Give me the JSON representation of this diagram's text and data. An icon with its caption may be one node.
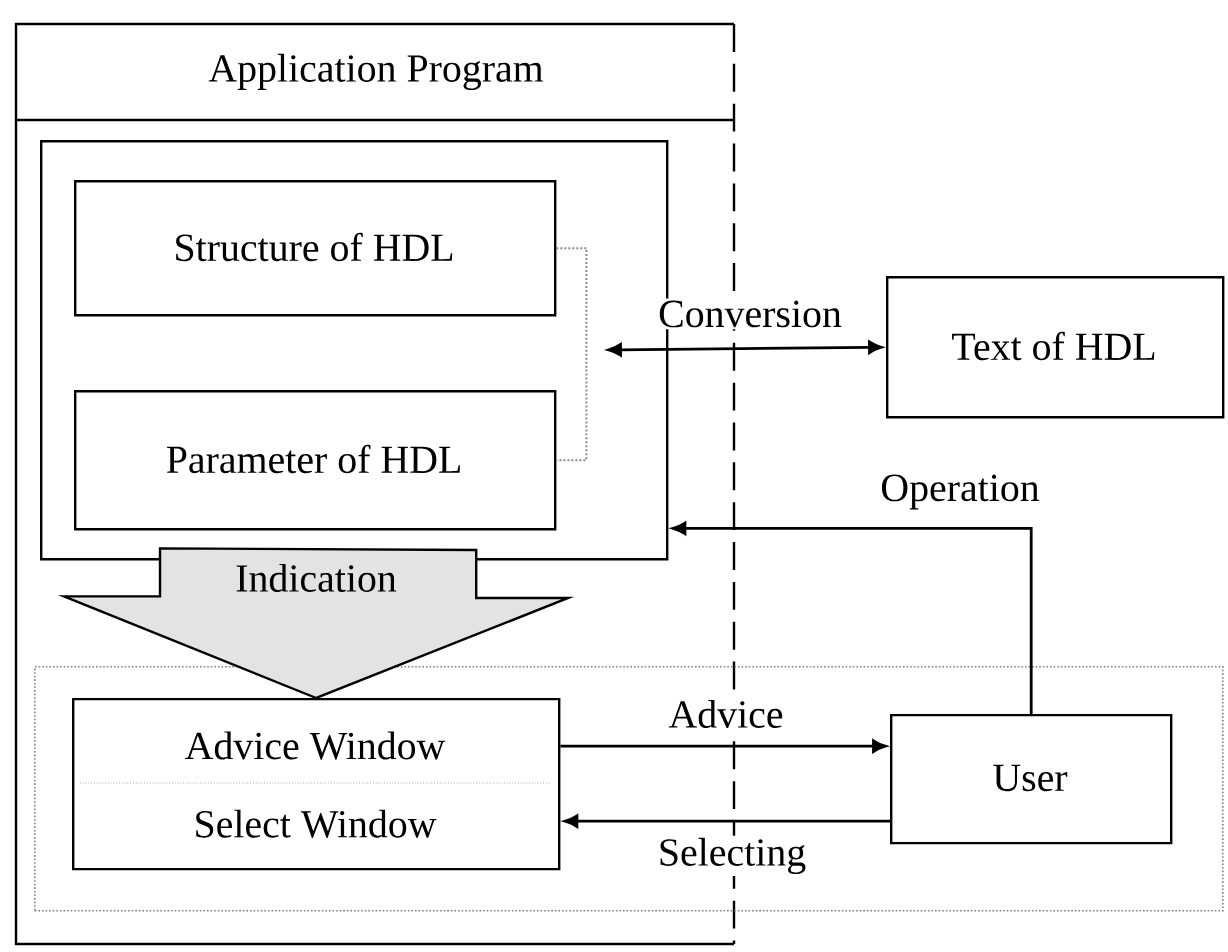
{
  "diagram": {
    "nodes": [
      {
        "text": [
          "Application Program"
        ]
      },
      {
        "text": [],
        "shape": "box",
        "in": 0
      },
      {
        "text": [
          "Structure of HDL"
        ],
        "in": 1
      },
      {
        "text": [
          "Parameter of HDL"
        ],
        "in": 1
      },
      {
        "text": [
          "Text of HDL"
        ]
      },
      {
        "text": [],
        "shape": "box"
      },
      {
        "text": [
          "Advice Window",
          "Select Window"
        ]
      },
      {
        "text": [
          "User"
        ],
        "in": 5
      }
    ],
    "edges": [
      {
        "from": 2,
        "to": 3,
        "arrow": "none",
        "style": "dashed",
        "color": "#888888"
      },
      {
        "from": null,
        "to": 4,
        "arrow": "both",
        "label": "Conversion"
      },
      {
        "from": 7,
        "to": 1,
        "arrow": "to",
        "label": "Operation"
      },
      {
        "from": 1,
        "to": 6,
        "arrow": "to",
        "label": "Indication",
        "style": "thick"
      },
      {
        "from": 6,
        "to": 7,
        "arrow": "to",
        "label": "Advice"
      },
      {
        "from": 7,
        "to": 6,
        "arrow": "to",
        "label": "Selecting"
      }
    ]
  }
}
